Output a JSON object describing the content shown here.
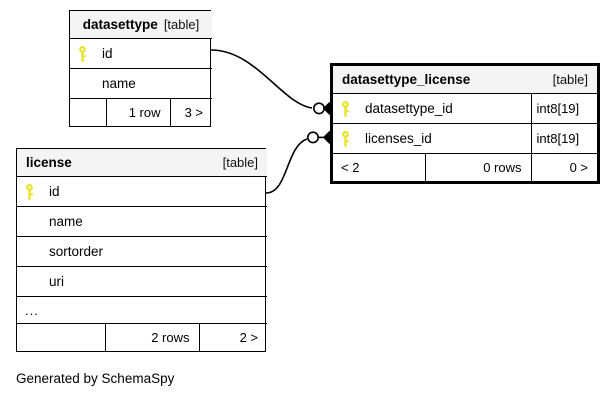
{
  "diagram": {
    "generator_caption": "Generated by SchemaSpy",
    "table_tag": "[table]",
    "key_icon": "primary-key-icon",
    "accent_key_color": "#e8e32a",
    "header_fill": "#f4f4f4",
    "line_color": "#000000",
    "ellipsis": "..."
  },
  "tables": [
    {
      "id": "datasettype",
      "name": "datasettype",
      "tag": "[table]",
      "columns": [
        {
          "name": "id",
          "key": true,
          "type": ""
        },
        {
          "name": "name",
          "key": false,
          "type": ""
        }
      ],
      "footer": {
        "left": "",
        "middle": "1 row",
        "right": "3 >"
      }
    },
    {
      "id": "datasettype_license",
      "name": "datasettype_license",
      "tag": "[table]",
      "focal": true,
      "columns": [
        {
          "name": "datasettype_id",
          "key": true,
          "type": "int8[19]"
        },
        {
          "name": "licenses_id",
          "key": true,
          "type": "int8[19]"
        }
      ],
      "footer": {
        "left": "< 2",
        "middle": "0 rows",
        "right": "0 >"
      }
    },
    {
      "id": "license",
      "name": "license",
      "tag": "[table]",
      "columns": [
        {
          "name": "id",
          "key": true,
          "type": ""
        },
        {
          "name": "name",
          "key": false,
          "type": ""
        },
        {
          "name": "sortorder",
          "key": false,
          "type": ""
        },
        {
          "name": "uri",
          "key": false,
          "type": ""
        }
      ],
      "has_more": true,
      "more_label": "...",
      "footer": {
        "left": "",
        "middle": "2 rows",
        "right": "2 >"
      }
    }
  ],
  "relationships": [
    {
      "id": "rel-datasettype-to-datasettype_license",
      "from_table": "datasettype",
      "from_column": "id",
      "to_table": "datasettype_license",
      "to_column": "datasettype_id"
    },
    {
      "id": "rel-license-to-datasettype_license",
      "from_table": "license",
      "from_column": "id",
      "to_table": "datasettype_license",
      "to_column": "licenses_id"
    }
  ]
}
